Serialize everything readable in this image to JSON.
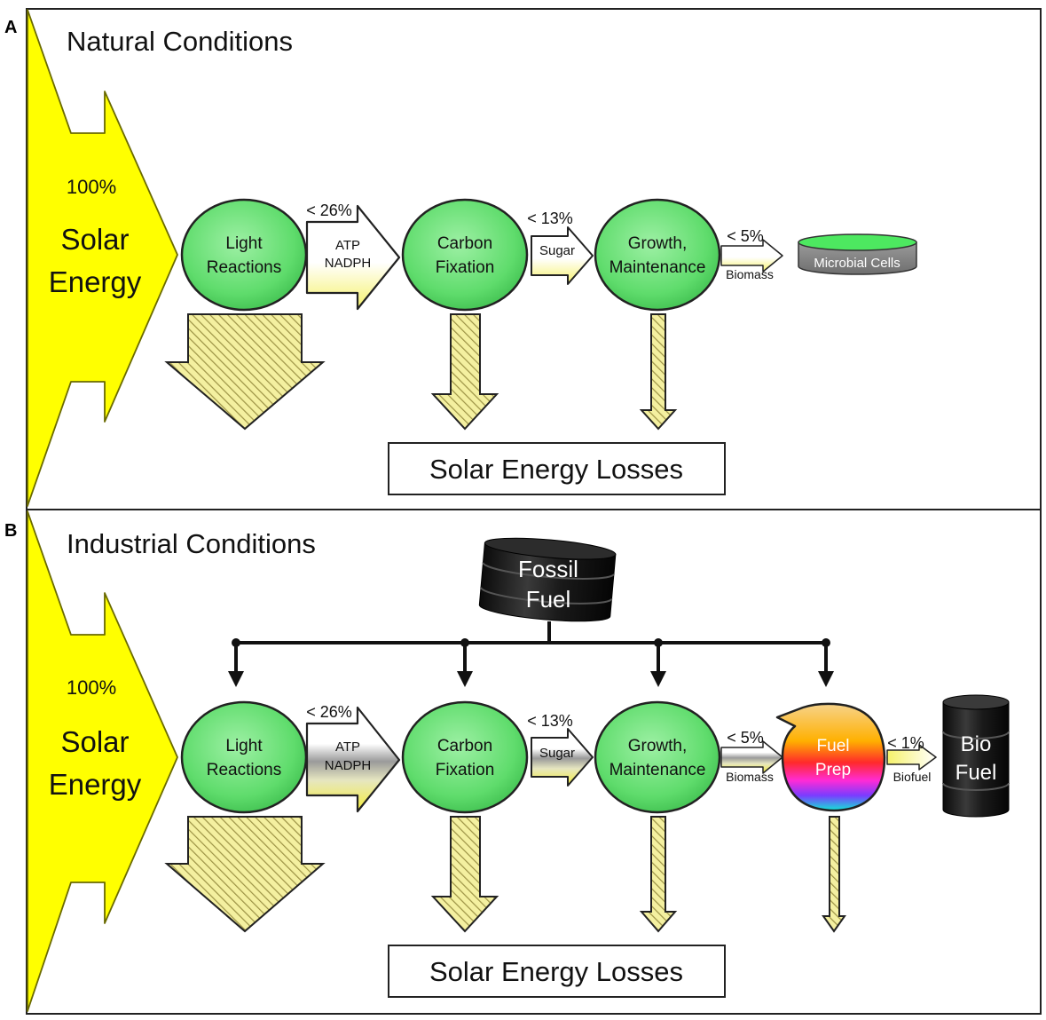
{
  "panels": [
    {
      "letter": "A",
      "title": "Natural Conditions",
      "solar": {
        "percent": "100%",
        "line1": "Solar",
        "line2": "Energy"
      },
      "stages": [
        {
          "line1": "Light",
          "line2": "Reactions"
        },
        {
          "line1": "Carbon",
          "line2": "Fixation"
        },
        {
          "line1": "Growth,",
          "line2": "Maintenance"
        }
      ],
      "flows": [
        {
          "percent": "< 26%",
          "line1": "ATP",
          "line2": "NADPH"
        },
        {
          "percent": "< 13%",
          "line1": "Sugar"
        },
        {
          "percent": "< 5%",
          "line1": "Biomass"
        }
      ],
      "product": "Microbial Cells",
      "losses": "Solar Energy Losses"
    },
    {
      "letter": "B",
      "title": "Industrial Conditions",
      "solar": {
        "percent": "100%",
        "line1": "Solar",
        "line2": "Energy"
      },
      "fossil": {
        "line1": "Fossil",
        "line2": "Fuel"
      },
      "stages": [
        {
          "line1": "Light",
          "line2": "Reactions"
        },
        {
          "line1": "Carbon",
          "line2": "Fixation"
        },
        {
          "line1": "Growth,",
          "line2": "Maintenance"
        },
        {
          "line1": "Fuel",
          "line2": "Prep"
        }
      ],
      "flows": [
        {
          "percent": "< 26%",
          "line1": "ATP",
          "line2": "NADPH"
        },
        {
          "percent": "< 13%",
          "line1": "Sugar"
        },
        {
          "percent": "< 5%",
          "line1": "Biomass"
        },
        {
          "percent": "< 1%",
          "line1": "Biofuel"
        }
      ],
      "product": {
        "line1": "Bio",
        "line2": "Fuel"
      },
      "losses": "Solar Energy Losses"
    }
  ]
}
